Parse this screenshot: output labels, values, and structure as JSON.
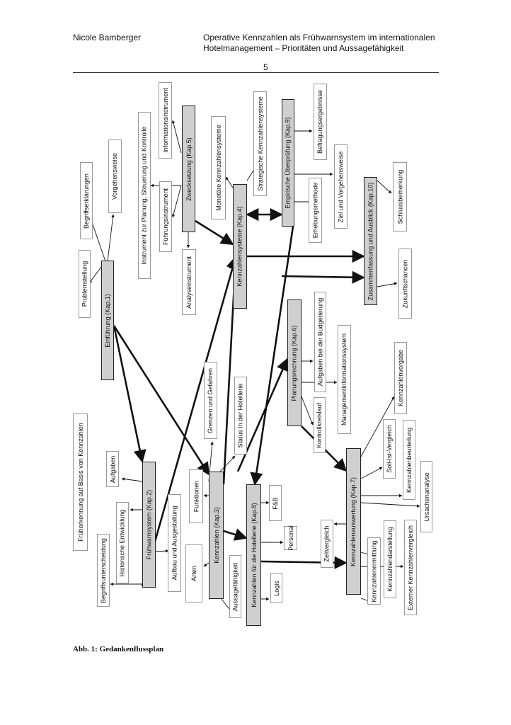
{
  "header": {
    "author": "Nicole Bamberger",
    "title_line1": "Operative Kennzahlen als Frühwarnsystem im internationalen",
    "title_line2": "Hotelmanagement – Prioritäten und Aussagefähigkeit",
    "page_number": "5"
  },
  "caption": "Abb. 1: Gedankenflussplan",
  "nodes": {
    "einfuehrung": "Einführung (Kap.1)",
    "fruehwarnsystem": "Frühwarnsystem (Kap.2)",
    "kennzahlen": "Kennzahlen (Kap.3)",
    "kennzahlensysteme": "Kennzahlensysteme (Kap.4)",
    "zwecksetzung": "Zwecksetzung (Kap.5)",
    "planungsrechnung": "Planungsrechnung (Kap.6)",
    "kennzahlenauswertung": "Kennzahlenauswertung (Kap.7)",
    "hotellerie": "Kennzahlen für die Hotellerie (Kap.8)",
    "empirisch": "Empirische Überprüfung (Kap.9)",
    "zusammenfassung": "Zusammenfassung und Ausblick (Kap.10)",
    "problemstellung": "Problemstellung",
    "begriffserklaerungen": "Begriffserklärungen",
    "vorgehensweise": "Vorgehensweise",
    "informationsinstrument": "Informationsinstrument",
    "instr_planung": "Instrument zur Planung, Steuerung und Kontrolle",
    "fuehrungsinstrument": "Führungsinstrument",
    "analyseinstrument": "Analyseinstrument",
    "monetaere": "Monetäre Kennzahlensysteme",
    "strategische": "Strategische Kennzahlensysteme",
    "befragungsergebnisse": "Befragungsergebnisse",
    "erhebungsmethode": "Erhebungsmethode",
    "ziel_vorgehensweise": "Ziel und Vorgehensweise",
    "schlussbemerkung": "Schlussbemerkung",
    "zukunftschancen": "Zukunftschancen",
    "aufgaben_budget": "Aufgaben bei der Budgetierung",
    "mis": "Managementinformationssystem",
    "kontrollkreislauf": "Kontrollkreislauf",
    "grenzen": "Grenzen und Gefahren",
    "status": "Status in der Hotellerie",
    "fruehererkennung": "Früherkennung auf Basis von Kennzahlen",
    "aufgaben": "Aufgaben",
    "historische": "Historische Entwicklung",
    "begriffsunterscheidung": "Begriffsunterscheidung",
    "aufbau": "Aufbau und Ausgestaltung",
    "funktionen": "Funktionen",
    "arten": "Arten",
    "aussagefaehigkeit": "Aussagefähigkeit",
    "fb": "F&B",
    "personal": "Personal",
    "logis": "Logis",
    "kennzahlenvorgabe": "Kennzahlenvorgabe",
    "soll_ist": "Soll-Ist-Vergleich",
    "beurteilung": "Kennzahlenbeurteilung",
    "ursachenanalyse": "Ursachenanalyse",
    "zeitvergleich": "Zeitvergleich",
    "ermittlung": "Kennzahlenermittlung",
    "darstellung": "Kennzahlendarstellung",
    "externer": "Externer Kennzahlenvergleich"
  }
}
